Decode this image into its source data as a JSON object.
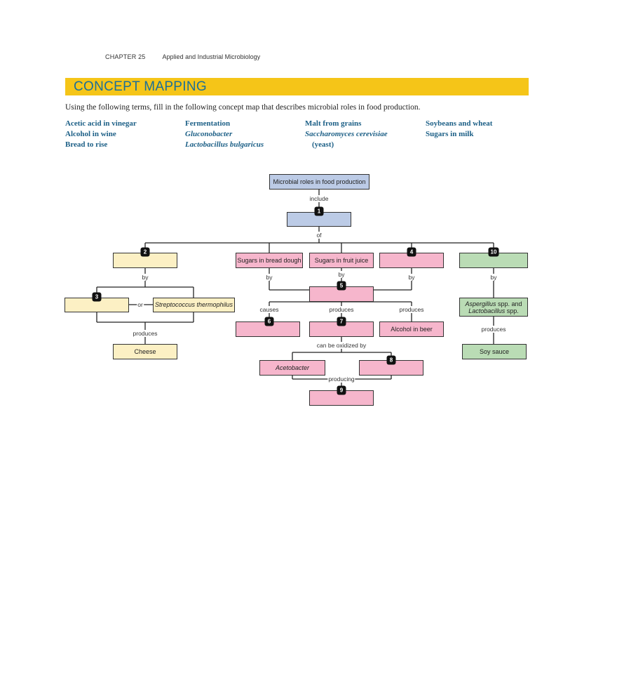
{
  "header": {
    "chapter": "CHAPTER 25",
    "title": "Applied and Industrial Microbiology"
  },
  "banner": {
    "title": "CONCEPT MAPPING"
  },
  "intro": "Using the following terms, fill in the following concept map that describes microbial roles in food production.",
  "terms": {
    "col1": [
      "Acetic acid in vinegar",
      "Alcohol in wine",
      "Bread to rise"
    ],
    "col2": [
      "Fermentation",
      "Gluconobacter",
      "Lactobacillus bulgaricus"
    ],
    "col3": [
      "Malt from grains",
      "Saccharomyces cerevisiae",
      "(yeast)"
    ],
    "col4": [
      "Soybeans and wheat",
      "Sugars in milk"
    ]
  },
  "map": {
    "root": "Microbial roles in food production",
    "sugars_bread": "Sugars in bread dough",
    "sugars_juice": "Sugars in fruit juice",
    "strep": "Streptococcus thermophilus",
    "alcohol_beer": "Alcohol in beer",
    "cheese": "Cheese",
    "acetobacter": "Acetobacter",
    "aspergillus_a": "Aspergillus",
    "aspergillus_b": " spp. and",
    "lacto_a": "Lactobacillus",
    "lacto_b": " spp.",
    "soy_sauce": "Soy sauce",
    "labels": {
      "include": "include",
      "of": "of",
      "by": "by",
      "or": "or",
      "produces": "produces",
      "causes": "causes",
      "can_be_oxidized_by": "can be oxidized by",
      "producing": "producing"
    },
    "badges": [
      "1",
      "2",
      "3",
      "4",
      "5",
      "6",
      "7",
      "8",
      "9",
      "10"
    ]
  }
}
